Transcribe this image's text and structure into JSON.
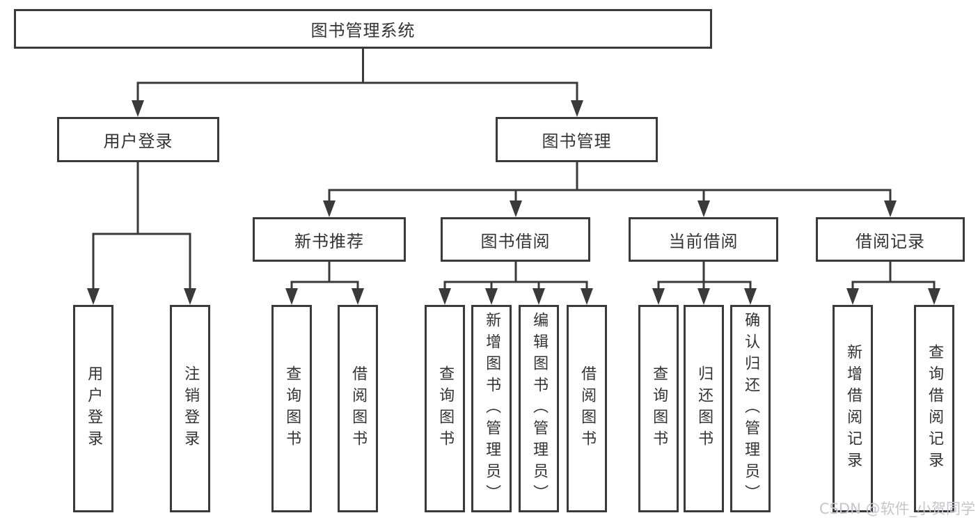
{
  "tree": {
    "label": "图书管理系统",
    "children": [
      {
        "label": "用户登录",
        "children": [
          {
            "label": "用户登录"
          },
          {
            "label": "注销登录"
          }
        ]
      },
      {
        "label": "图书管理",
        "children": [
          {
            "label": "新书推荐",
            "children": [
              {
                "label": "查询图书"
              },
              {
                "label": "借阅图书"
              }
            ]
          },
          {
            "label": "图书借阅",
            "children": [
              {
                "label": "查询图书"
              },
              {
                "label": "新增图书（管理员）"
              },
              {
                "label": "编辑图书（管理员）"
              },
              {
                "label": "借阅图书"
              }
            ]
          },
          {
            "label": "当前借阅",
            "children": [
              {
                "label": "查询图书"
              },
              {
                "label": "归还图书"
              },
              {
                "label": "确认归还（管理员）"
              }
            ]
          },
          {
            "label": "借阅记录",
            "children": [
              {
                "label": "新增借阅记录"
              },
              {
                "label": "查询借阅记录"
              }
            ]
          }
        ]
      }
    ]
  },
  "watermark": {
    "text": "CSDN @软件_小贺同学"
  },
  "colors": {
    "line": "#3a3a3a",
    "text": "#333333",
    "watermark": "#c6c6ca",
    "background": "#ffffff"
  }
}
